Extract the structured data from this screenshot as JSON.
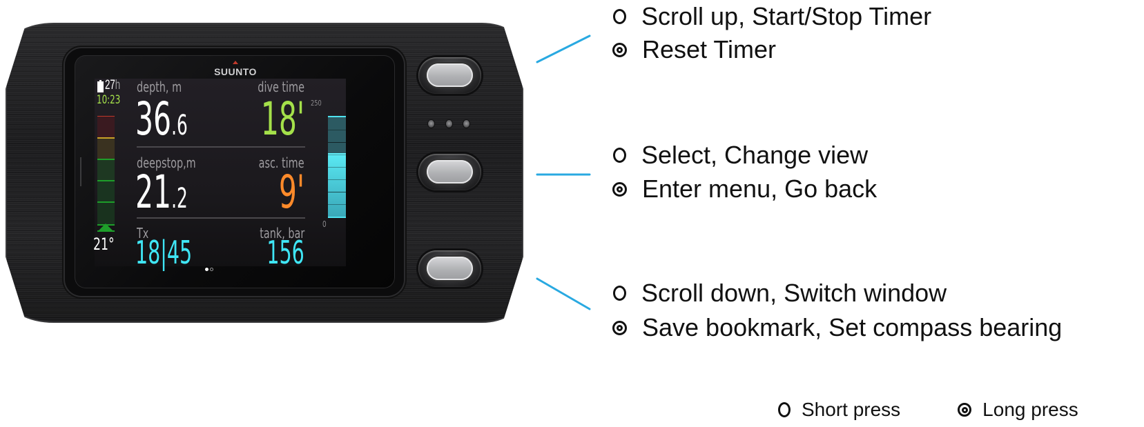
{
  "device": {
    "brand": "SUUNTO",
    "display": {
      "battery_hours": "27",
      "battery_unit": "h",
      "clock": "10:23",
      "temperature": "21°",
      "depth": {
        "label": "depth, m",
        "value_int": "36",
        "value_dec": ".6"
      },
      "dive_time": {
        "label": "dive time",
        "value": "18'"
      },
      "deepstop": {
        "label": "deepstop,m",
        "value_int": "21",
        "value_dec": ".2"
      },
      "ascent_time": {
        "label": "asc. time",
        "value": "9'"
      },
      "gas": {
        "label": "Tx",
        "value": "18|45"
      },
      "tank_pressure": {
        "label": "tank, bar",
        "value": "156"
      },
      "tank_bar": {
        "max_label": "250",
        "min_label": "0",
        "current": 156,
        "max": 250
      },
      "page_indicator": {
        "pages": 2,
        "active": 1
      },
      "ascent_gauge": {
        "segments": [
          "#3a1a20",
          "#3a3220",
          "#1e3822",
          "#1a3420",
          "#19321e"
        ],
        "separator_colors": [
          "#c0392b",
          "#c9a227",
          "#1e9e2a",
          "#1e9e2a",
          "#1e9e2a"
        ]
      }
    },
    "colors": {
      "dive_time": "#a4e04a",
      "ascent_time": "#ff8a2a",
      "cyan": "#3fe6f5",
      "callout_line": "#29a9e1"
    }
  },
  "buttons": [
    {
      "position": "upper",
      "short_press": "Scroll up, Start/Stop Timer",
      "long_press": "Reset Timer"
    },
    {
      "position": "middle",
      "short_press": "Select, Change view",
      "long_press": "Enter menu, Go back"
    },
    {
      "position": "lower",
      "short_press": "Scroll down, Switch window",
      "long_press": "Save bookmark, Set compass bearing"
    }
  ],
  "legend": {
    "short_press": "Short press",
    "long_press": "Long press",
    "short_icon": "hollow-circle-icon",
    "long_icon": "double-circle-icon"
  }
}
